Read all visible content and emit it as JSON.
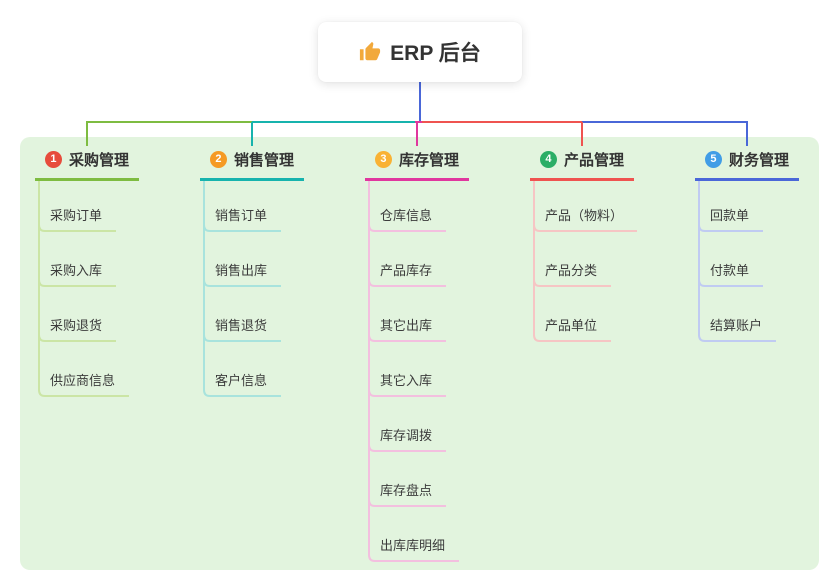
{
  "root": {
    "label": "ERP 后台",
    "icon": "thumbs-up",
    "icon_color": "#f2a93b",
    "connector_color": "#4a67d8"
  },
  "canvas_background": "#e2f4de",
  "branches": [
    {
      "number": "1",
      "label": "采购管理",
      "badge_color": "#e74c3c",
      "line_color": "#7ebc41",
      "child_line_color": "#cbe5a5",
      "children": [
        "采购订单",
        "采购入库",
        "采购退货",
        "供应商信息"
      ]
    },
    {
      "number": "2",
      "label": "销售管理",
      "badge_color": "#f59a23",
      "line_color": "#17b3ad",
      "child_line_color": "#a8e3dd",
      "children": [
        "销售订单",
        "销售出库",
        "销售退货",
        "客户信息"
      ]
    },
    {
      "number": "3",
      "label": "库存管理",
      "badge_color": "#f9b234",
      "line_color": "#e0379e",
      "child_line_color": "#f3bfdf",
      "children": [
        "仓库信息",
        "产品库存",
        "其它出库",
        "其它入库",
        "库存调拨",
        "库存盘点",
        "出库库明细"
      ]
    },
    {
      "number": "4",
      "label": "产品管理",
      "badge_color": "#2bae66",
      "line_color": "#ef5350",
      "child_line_color": "#f6c5c4",
      "children": [
        "产品（物料）",
        "产品分类",
        "产品单位"
      ]
    },
    {
      "number": "5",
      "label": "财务管理",
      "badge_color": "#419de6",
      "line_color": "#4a67d8",
      "child_line_color": "#c0cbf2",
      "children": [
        "回款单",
        "付款单",
        "结算账户"
      ]
    }
  ]
}
